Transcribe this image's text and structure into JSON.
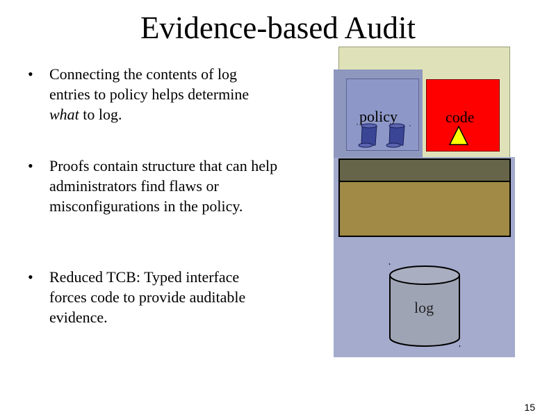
{
  "slide": {
    "title": "Evidence-based Audit",
    "page_number": "15"
  },
  "bullets": [
    {
      "marker": "•",
      "pre": "Connecting the contents of log entries to policy helps determine ",
      "em": "what",
      "post": " to log."
    },
    {
      "marker": "•",
      "text": "Proofs contain structure that can help administrators find flaws or misconfigurations in the policy."
    },
    {
      "marker": "•",
      "text": "Reduced TCB: Typed interface forces code to provide auditable evidence."
    }
  ],
  "diagram": {
    "policy_label": "policy",
    "code_label": "code",
    "log_label": "log",
    "colors": {
      "outer_region": "#dfe2b8",
      "log_region": "#a4abcd",
      "policy_box": "#8e98c8",
      "code_box": "#ff0000",
      "warning_triangle": "#ffff00",
      "dark_bar": "#66654a",
      "tan_bar": "#a08a45",
      "log_cylinder": "#9fa4b5"
    },
    "icons": [
      "scroll-icon",
      "scroll-icon",
      "warning-triangle-icon",
      "database-cylinder-icon"
    ]
  }
}
